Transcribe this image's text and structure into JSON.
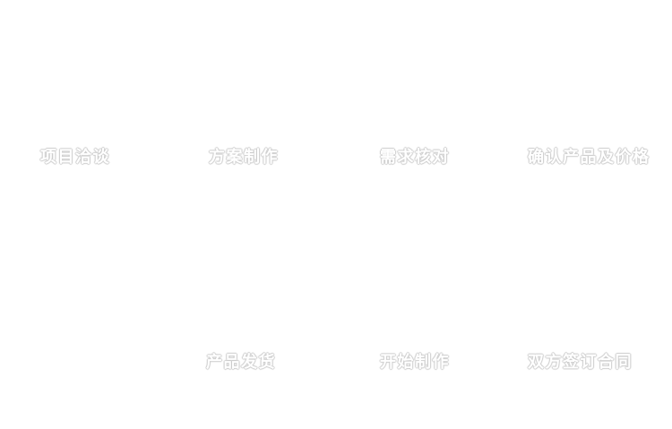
{
  "theme": {
    "bg": "#ffffff",
    "text_color": "#ffffff",
    "outline_color": "#cccccc"
  },
  "steps": {
    "top": [
      {
        "label": "项目洽谈"
      },
      {
        "label": "方案制作"
      },
      {
        "label": "需求核对"
      },
      {
        "label": "确认产品及价格"
      }
    ],
    "bottom": [
      {
        "label": "双方签订合同"
      },
      {
        "label": "开始制作"
      },
      {
        "label": "产品发货"
      }
    ]
  }
}
